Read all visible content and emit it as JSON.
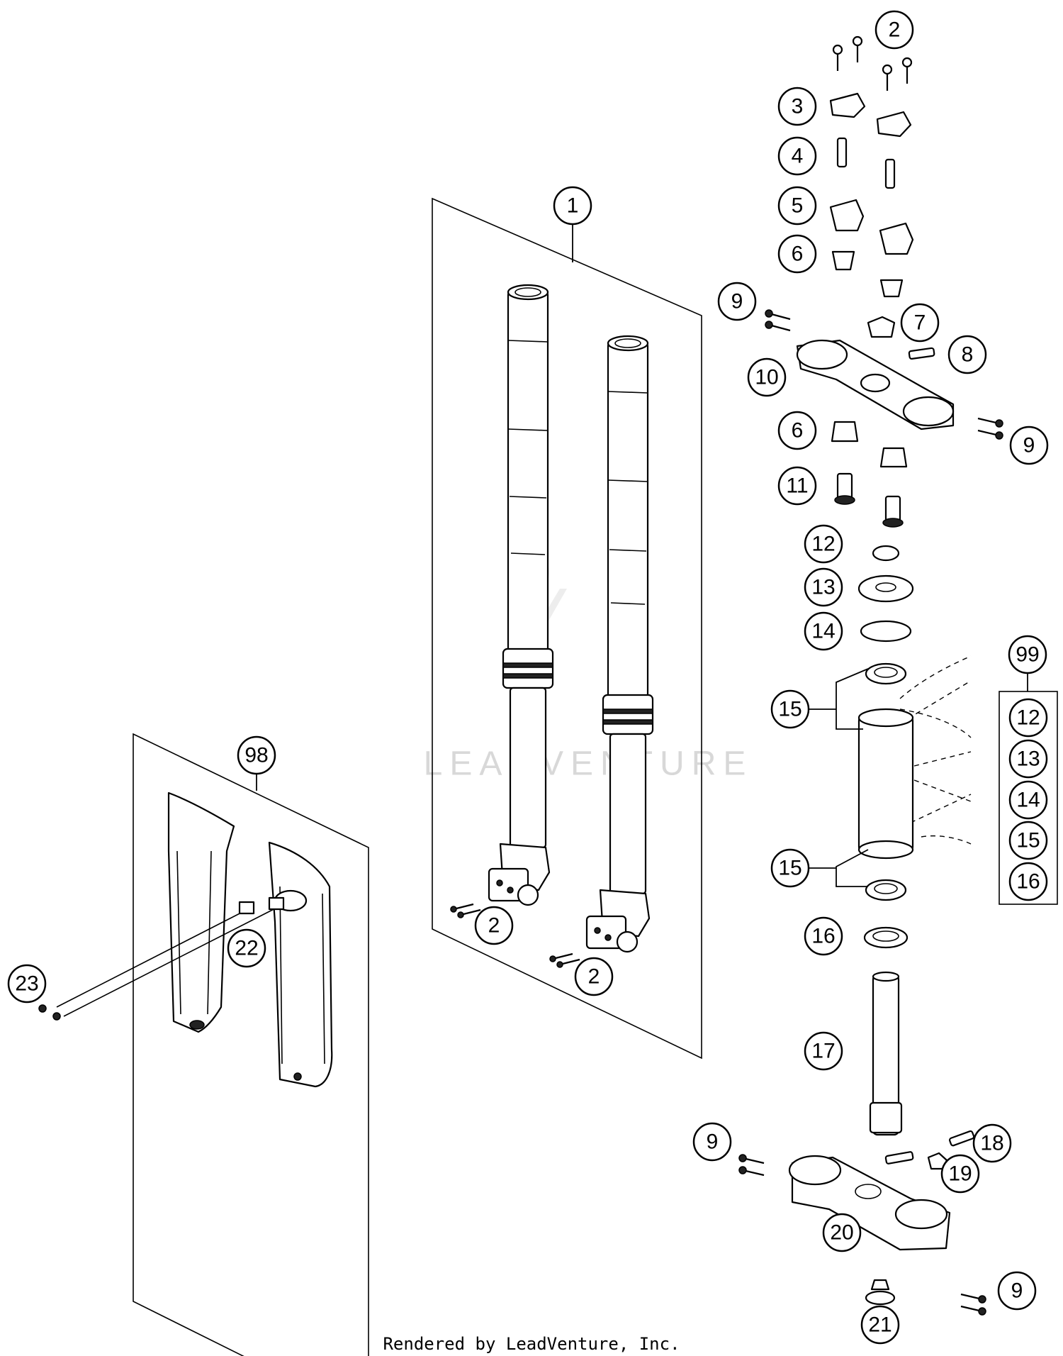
{
  "watermark": "LEADVENTURE",
  "footer": "Rendered by LeadVenture, Inc.",
  "callouts": {
    "c1": "1",
    "c2a": "2",
    "c2b": "2",
    "c2c": "2",
    "c3": "3",
    "c4": "4",
    "c5": "5",
    "c6a": "6",
    "c6b": "6",
    "c7": "7",
    "c8": "8",
    "c9a": "9",
    "c9b": "9",
    "c9c": "9",
    "c9d": "9",
    "c10": "10",
    "c11": "11",
    "c12": "12",
    "c13": "13",
    "c14": "14",
    "c15a": "15",
    "c15b": "15",
    "c16": "16",
    "c17": "17",
    "c18": "18",
    "c19": "19",
    "c20": "20",
    "c21": "21",
    "c22": "22",
    "c23": "23",
    "c98": "98",
    "c99": "99"
  },
  "kit_99_items": [
    "12",
    "13",
    "14",
    "15",
    "16"
  ]
}
